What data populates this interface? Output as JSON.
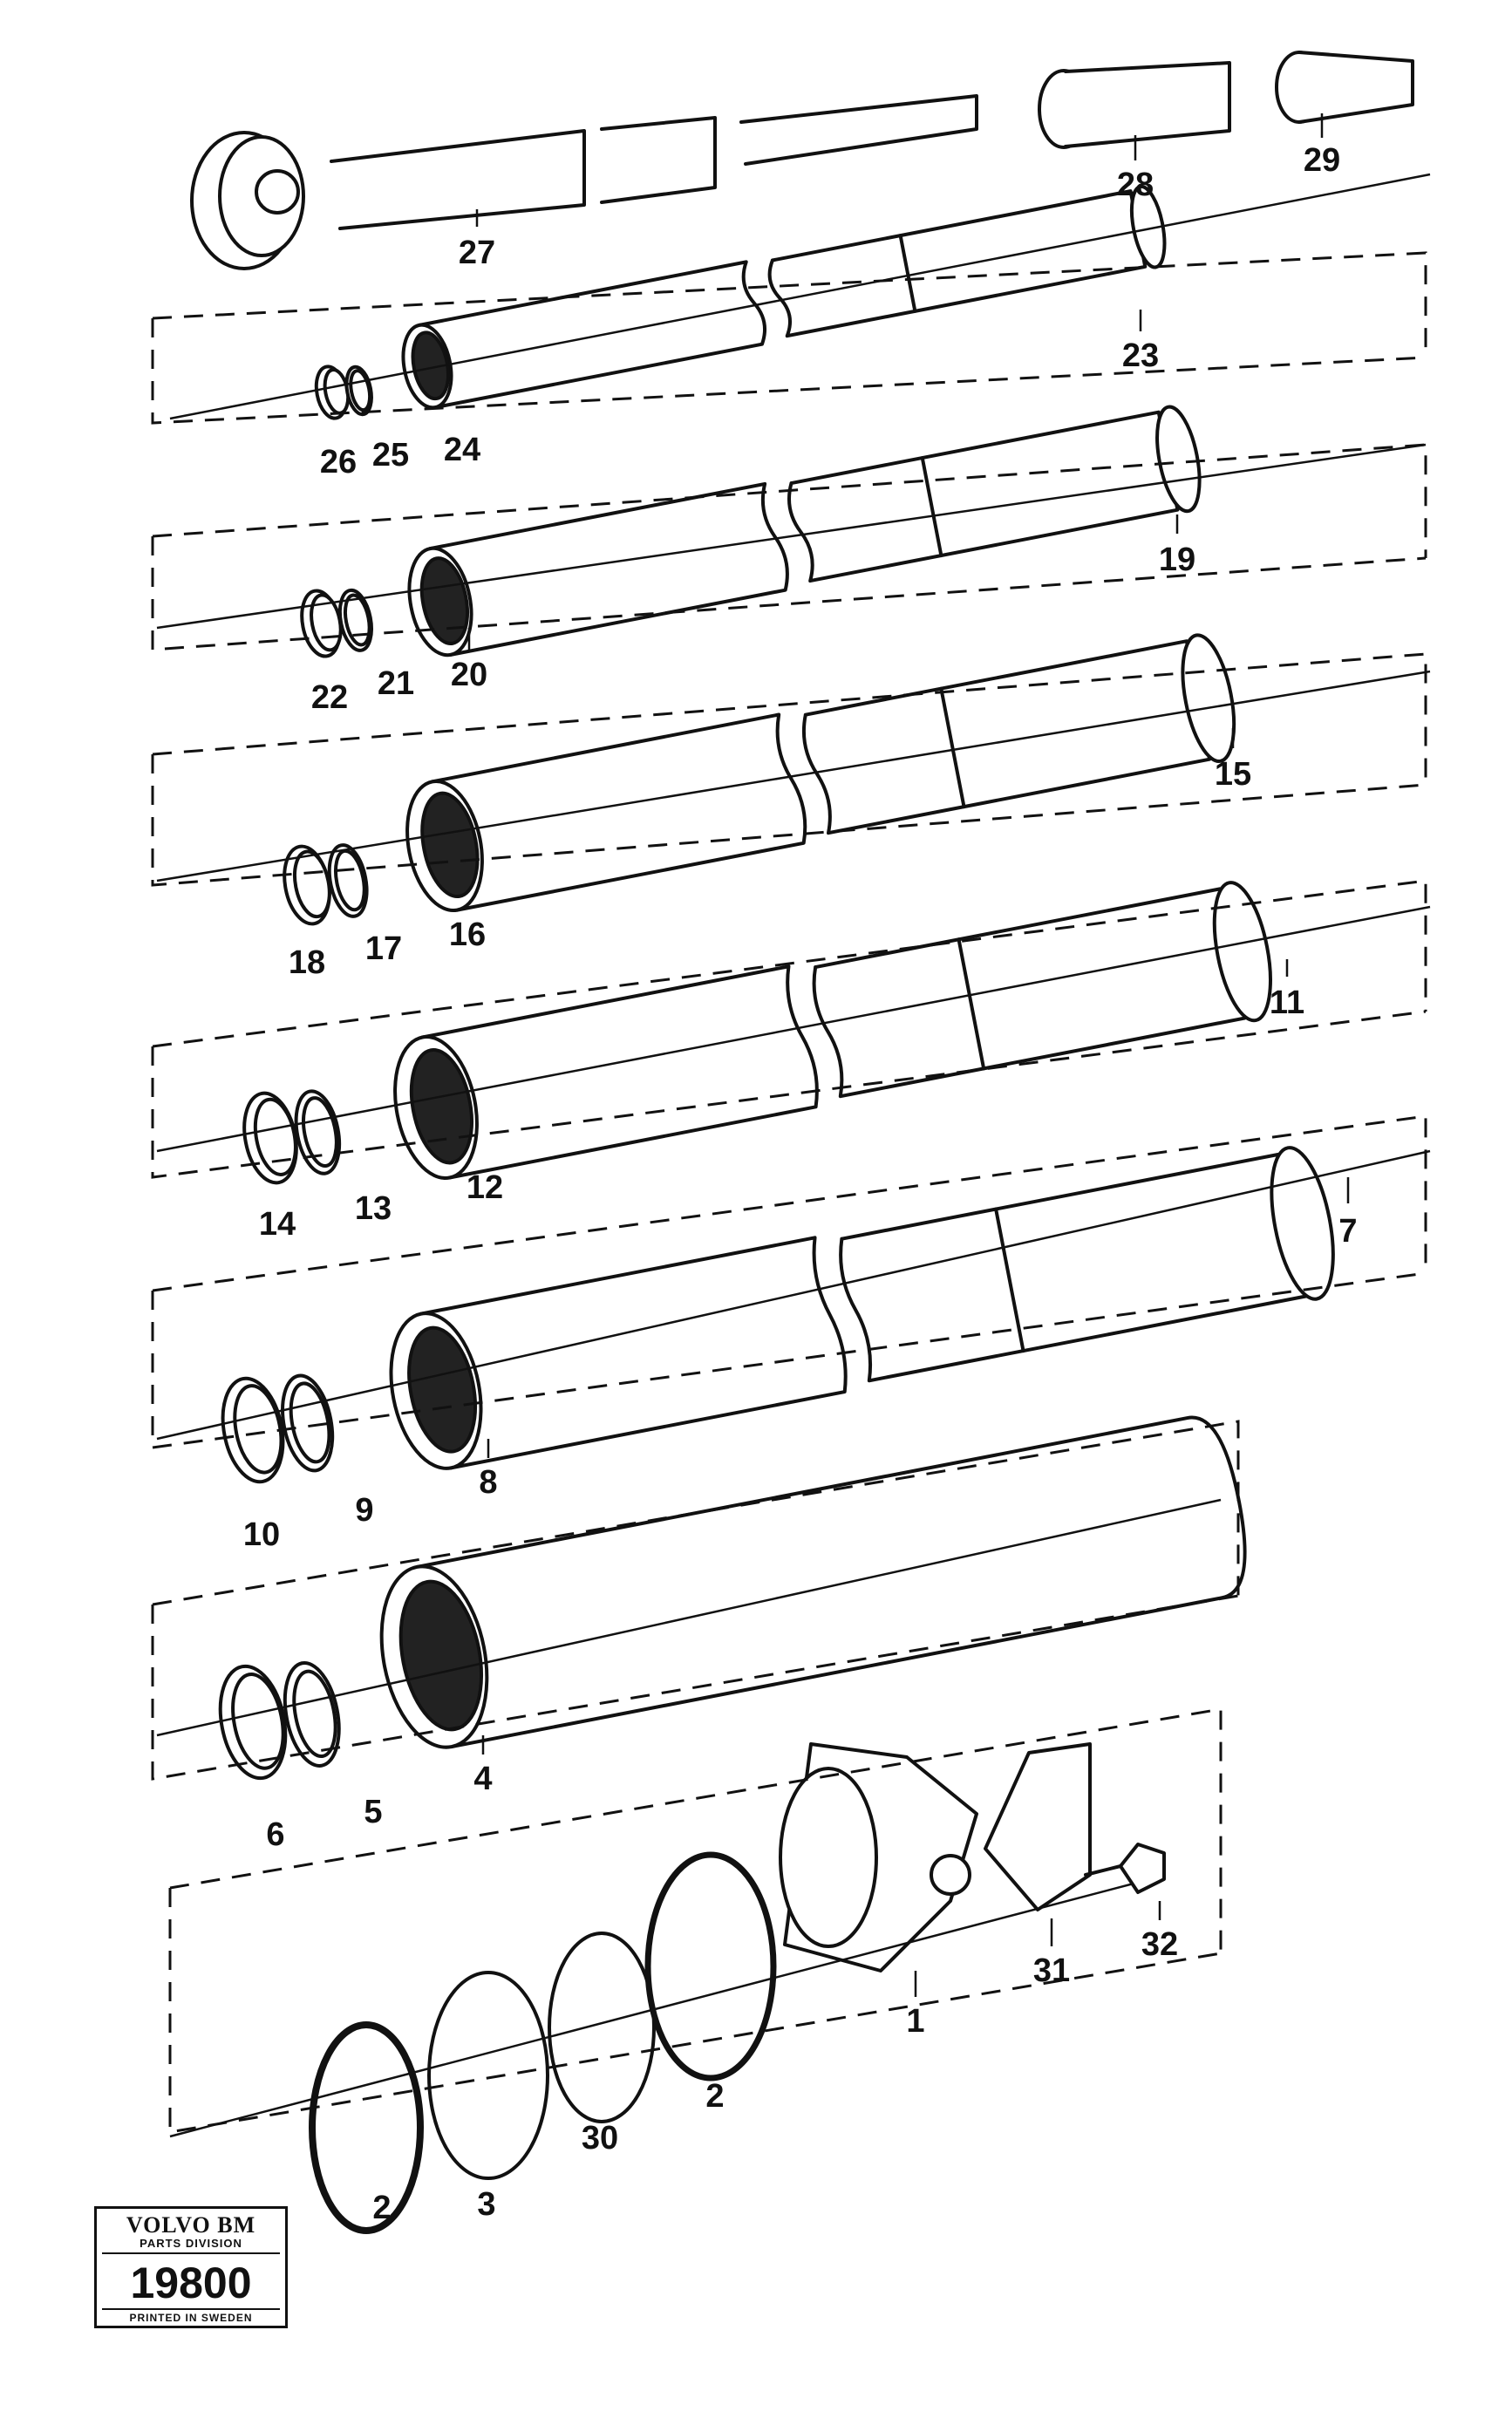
{
  "stamp": {
    "brand": "VOLVO BM",
    "division": "PARTS DIVISION",
    "number": "19800",
    "printed": "PRINTED IN SWEDEN"
  },
  "part_labels": [
    "27",
    "28",
    "29",
    "23",
    "26",
    "25",
    "24",
    "19",
    "22",
    "21",
    "20",
    "15",
    "18",
    "17",
    "16",
    "11",
    "14",
    "13",
    "12",
    "7",
    "10",
    "9",
    "8",
    "6",
    "5",
    "4",
    "1",
    "31",
    "32",
    "2",
    "3",
    "30",
    "2"
  ],
  "groups": {
    "piston_rod": "27",
    "stage_5": "24",
    "stage_4": "20",
    "stage_3": "16",
    "stage_2": "12",
    "stage_1": "8",
    "outer_cylinder": "4",
    "end_cap": "1"
  }
}
